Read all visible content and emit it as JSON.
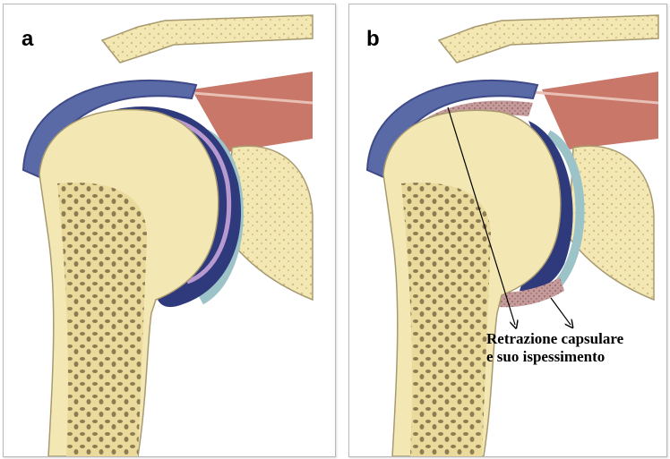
{
  "panels": [
    {
      "label": "a"
    },
    {
      "label": "b"
    }
  ],
  "annotation": {
    "line1": "Retrazione capsulare",
    "line2": "e suo ispessimento"
  },
  "colors": {
    "bone": "#f3e7b3",
    "trabecular": "#b9a77a",
    "cartilage_blue": "#5a6aa6",
    "capsule_dark": "#2f3a7c",
    "muscle": "#c97768",
    "thickened_capsule": "#c49a9a"
  }
}
